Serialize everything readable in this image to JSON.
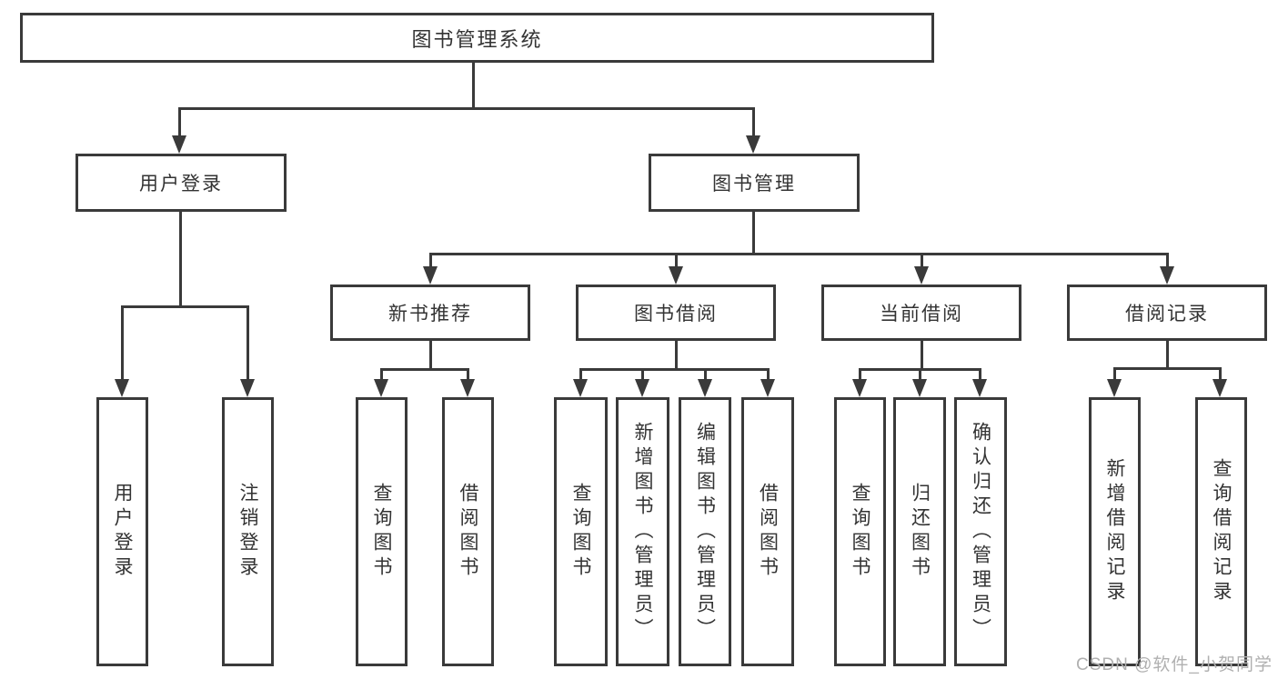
{
  "diagram": {
    "root": {
      "label": "图书管理系统"
    },
    "branches": [
      {
        "label": "用户登录",
        "children": [
          {
            "label": "用户登录"
          },
          {
            "label": "注销登录"
          }
        ]
      },
      {
        "label": "图书管理",
        "children": [
          {
            "label": "新书推荐",
            "children": [
              {
                "label": "查询图书"
              },
              {
                "label": "借阅图书"
              }
            ]
          },
          {
            "label": "图书借阅",
            "children": [
              {
                "label": "查询图书"
              },
              {
                "label": "新增图书（管理员）"
              },
              {
                "label": "编辑图书（管理员）"
              },
              {
                "label": "借阅图书"
              }
            ]
          },
          {
            "label": "当前借阅",
            "children": [
              {
                "label": "查询图书"
              },
              {
                "label": "归还图书"
              },
              {
                "label": "确认归还（管理员）"
              }
            ]
          },
          {
            "label": "借阅记录",
            "children": [
              {
                "label": "新增借阅记录"
              },
              {
                "label": "查询借阅记录"
              }
            ]
          }
        ]
      }
    ]
  },
  "watermark": "CSDN @软件_小贺同学",
  "colors": {
    "line": "#3a3a3a",
    "box_border": "#3a3a3a",
    "box_fill": "#ffffff",
    "text": "#333333",
    "watermark": "#b0b0b0"
  }
}
